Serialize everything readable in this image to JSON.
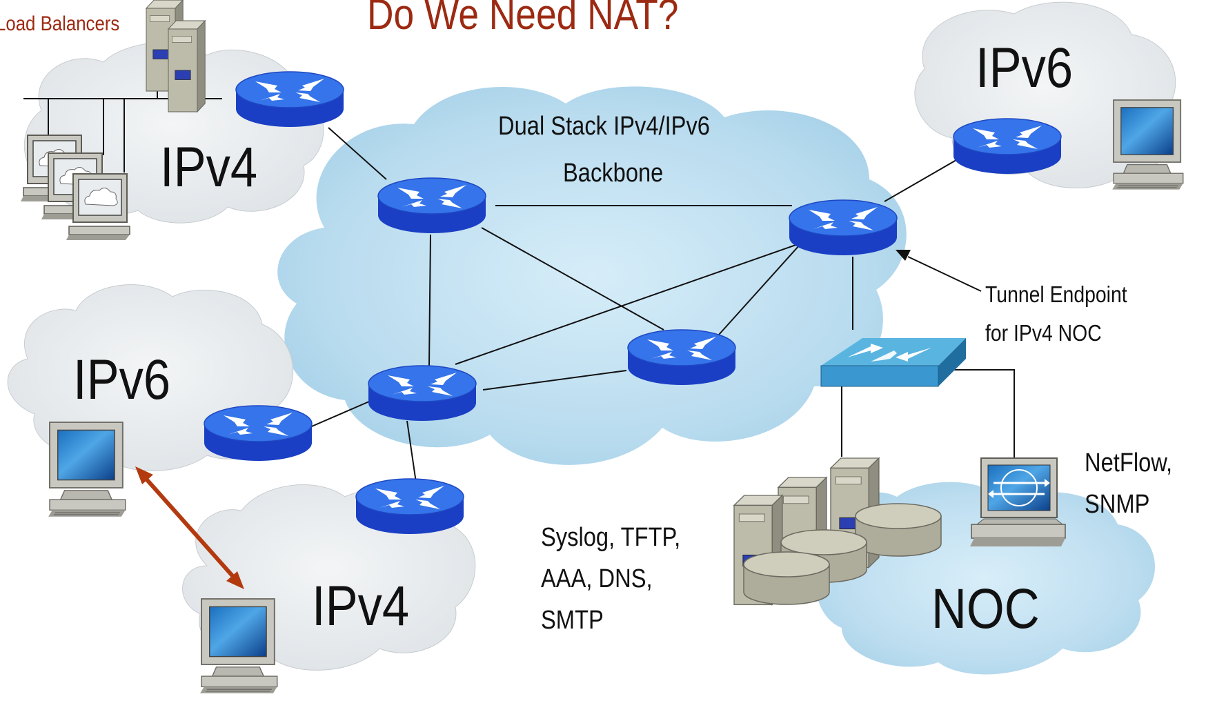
{
  "title": "Do We Need NAT?",
  "labels": {
    "load_balancers": "Load Balancers",
    "ipv4_top_left": "IPv4",
    "ipv6_top_right": "IPv6",
    "ipv6_left": "IPv6",
    "ipv4_bottom": "IPv4",
    "noc": "NOC",
    "backbone_line1": "Dual Stack IPv4/IPv6",
    "backbone_line2": "Backbone",
    "tunnel_line1": "Tunnel Endpoint",
    "tunnel_line2": "for IPv4 NOC",
    "netflow_line1": "NetFlow,",
    "netflow_line2": "SNMP",
    "syslog_line1": "Syslog, TFTP,",
    "syslog_line2": "AAA, DNS,",
    "syslog_line3": "SMTP"
  },
  "colors": {
    "title": "#9c2a12",
    "router_top": "#2f6fe8",
    "router_side": "#1a3fc4",
    "backbone_cloud": "#b9dcf0",
    "gray_cloud": "#e9ecef",
    "switch": "#4aa3d3",
    "arrow": "#b33a0f"
  },
  "icons": [
    "router-icon",
    "switch-icon",
    "server-icon",
    "workstation-icon",
    "disk-icon",
    "netflow-monitor-icon"
  ]
}
